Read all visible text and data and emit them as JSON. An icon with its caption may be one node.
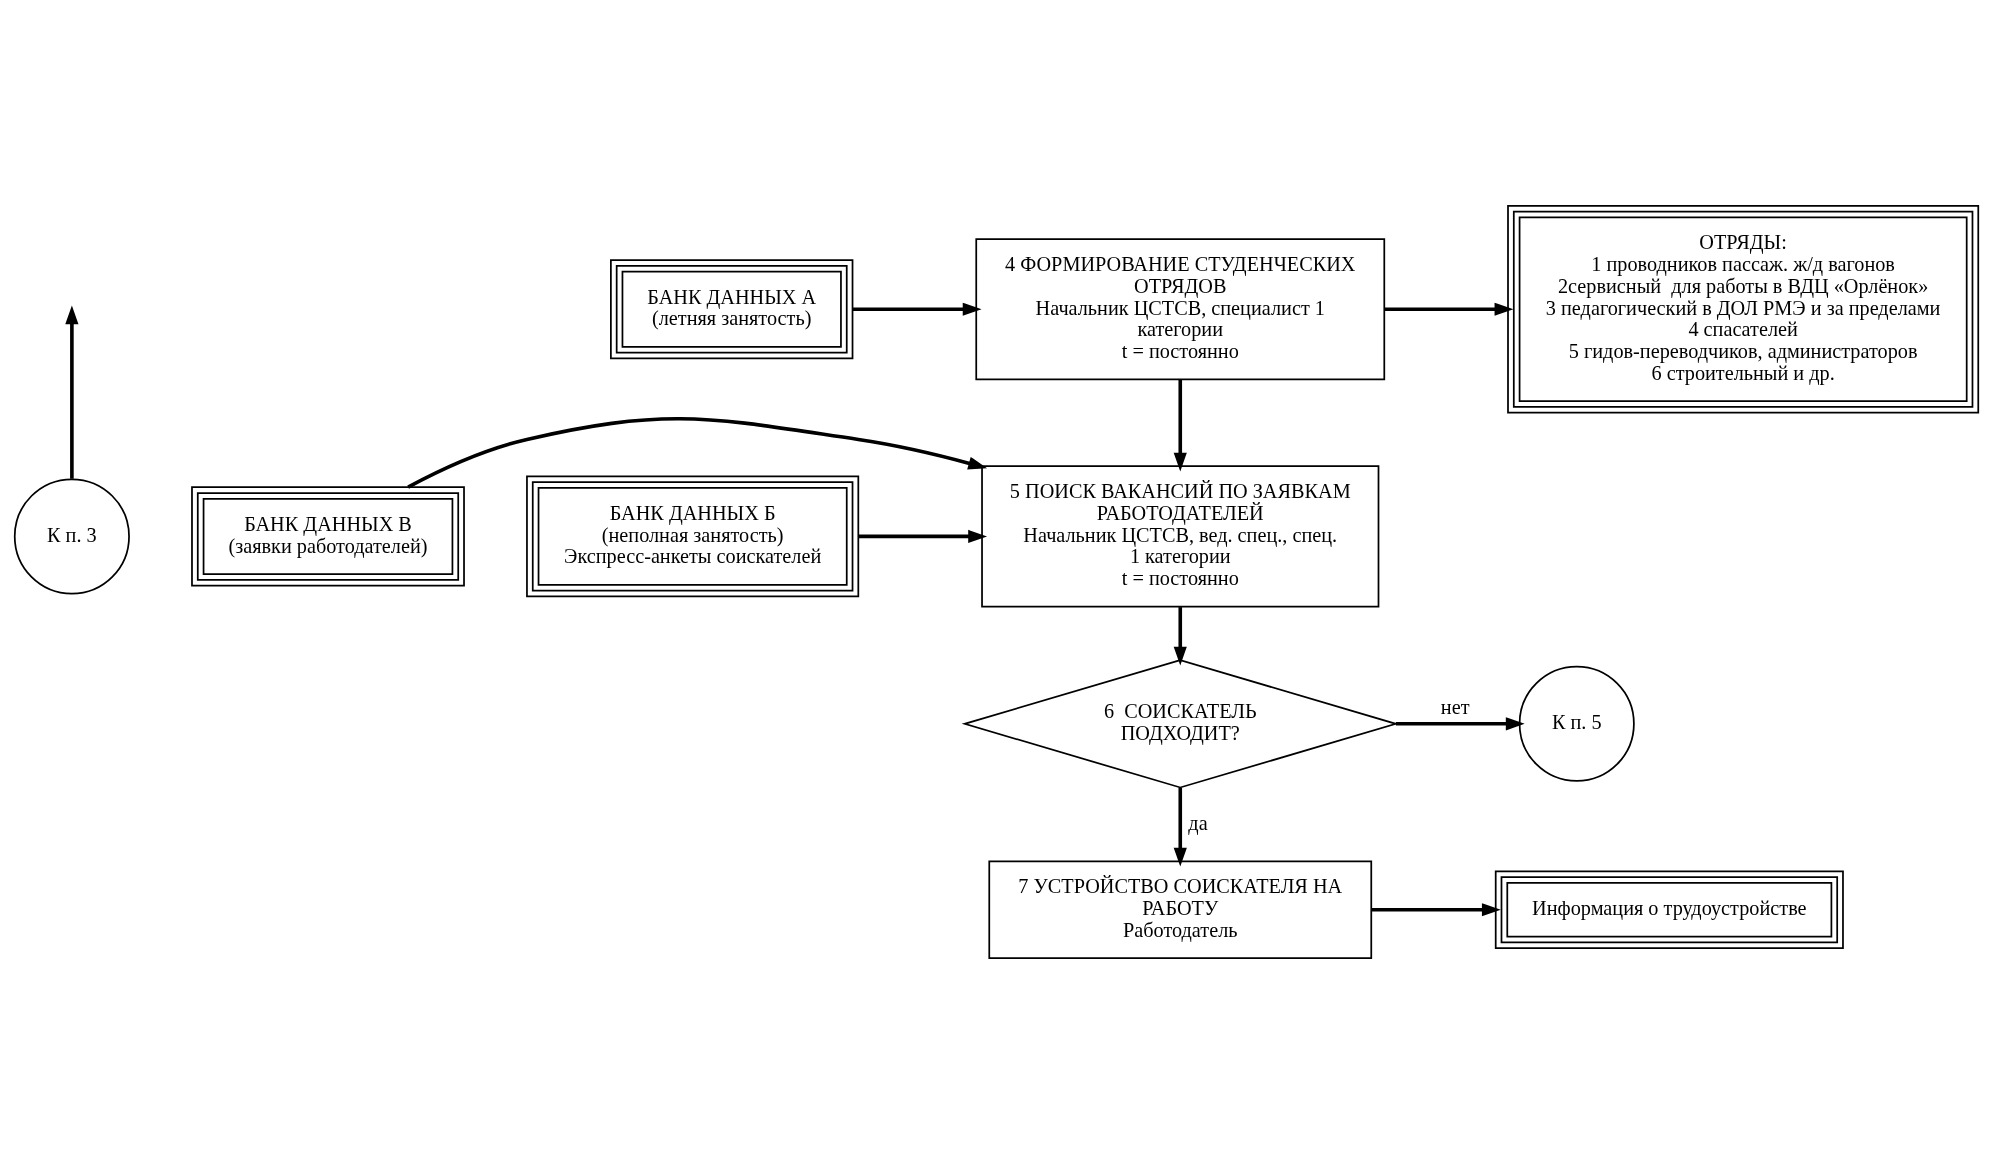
{
  "diagram": {
    "nodes": [
      {
        "text": [
          "К п. 3"
        ]
      },
      {
        "text": [
          "БАНК ДАННЫХ А",
          "(летняя занятость)"
        ]
      },
      {
        "text": [
          "4 ФОРМИРОВАНИЕ СТУДЕНЧЕСКИХ ОТРЯДОВ",
          "Начальник ЦСТСВ, специалист 1 категории",
          "t = постоянно"
        ]
      },
      {
        "text": [
          "ОТРЯДЫ:",
          "1 проводников пассаж. ж/д вагонов",
          "2сервисный  для работы в ВДЦ «Орлёнок»",
          "3 педагогический в ДОЛ РМЭ и за пределами",
          "4 спасателей",
          "5 гидов-переводчиков, администраторов",
          "6 строительный и др."
        ]
      },
      {
        "text": [
          "БАНК ДАННЫХ В",
          "(заявки работодателей)"
        ]
      },
      {
        "text": [
          "5 ПОИСК ВАКАНСИЙ ПО ЗАЯВКАМ РАБОТОДАТЕЛЕЙ",
          "Начальник ЦСТСВ, вед. спец., спец. 1 категории",
          "t = постоянно"
        ]
      },
      {
        "text": [
          "БАНК ДАННЫХ Б",
          "(неполная занятость)",
          "Экспресс-анкеты соискателей"
        ]
      },
      {
        "text": [
          "6  СОИСКАТЕЛЬ ПОДХОДИТ?"
        ]
      },
      {
        "text": [
          "К п. 5"
        ]
      },
      {
        "text": [
          "7 УСТРОЙСТВО СОИСКАТЕЛЯ НА РАБОТУ",
          "Работодатель"
        ]
      },
      {
        "text": [
          "Информация о трудоустройстве"
        ]
      }
    ],
    "edges": [
      {
        "from": 0,
        "to": null,
        "arrow": "to"
      },
      {
        "from": 1,
        "to": 2,
        "arrow": "to"
      },
      {
        "from": 2,
        "to": 3,
        "arrow": "to"
      },
      {
        "from": 2,
        "to": 5,
        "arrow": "to"
      },
      {
        "from": 4,
        "to": 5,
        "arrow": "to"
      },
      {
        "from": 6,
        "to": 5,
        "arrow": "to"
      },
      {
        "from": 5,
        "to": 7,
        "arrow": "to"
      },
      {
        "from": 7,
        "to": 8,
        "label": "нет",
        "arrow": "to"
      },
      {
        "from": 7,
        "to": 9,
        "label": "да",
        "arrow": "to"
      },
      {
        "from": 9,
        "to": 10,
        "arrow": "to"
      }
    ]
  }
}
